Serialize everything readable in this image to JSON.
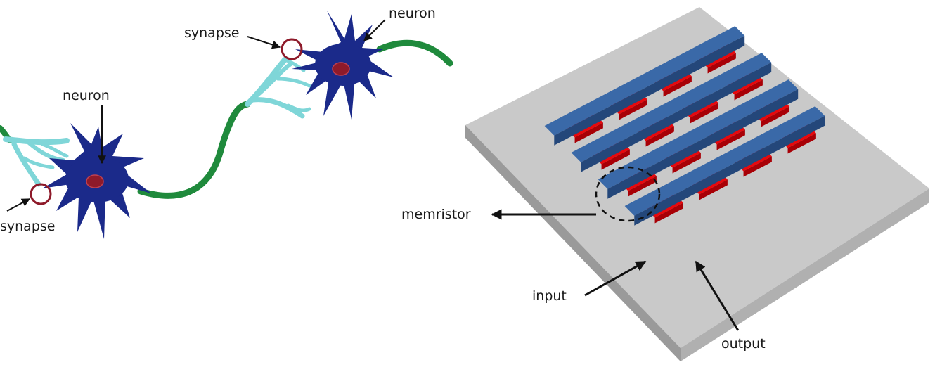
{
  "labels": {
    "neuron_top": "neuron",
    "synapse_top": "synapse",
    "neuron_left": "neuron",
    "synapse_left": "synapse",
    "memristor": "memristor",
    "input": "input",
    "output": "output"
  },
  "colors": {
    "neuron_body": "#1b2a8a",
    "nucleus": "#8e1a2a",
    "axon": "#1f8a3c",
    "dendrite": "#7fd6d8",
    "synapse_ring": "#8e1a2a",
    "substrate_top": "#c8c8c8",
    "electrode_blue": "#3a69a8",
    "electrode_red": "#e8080c"
  }
}
